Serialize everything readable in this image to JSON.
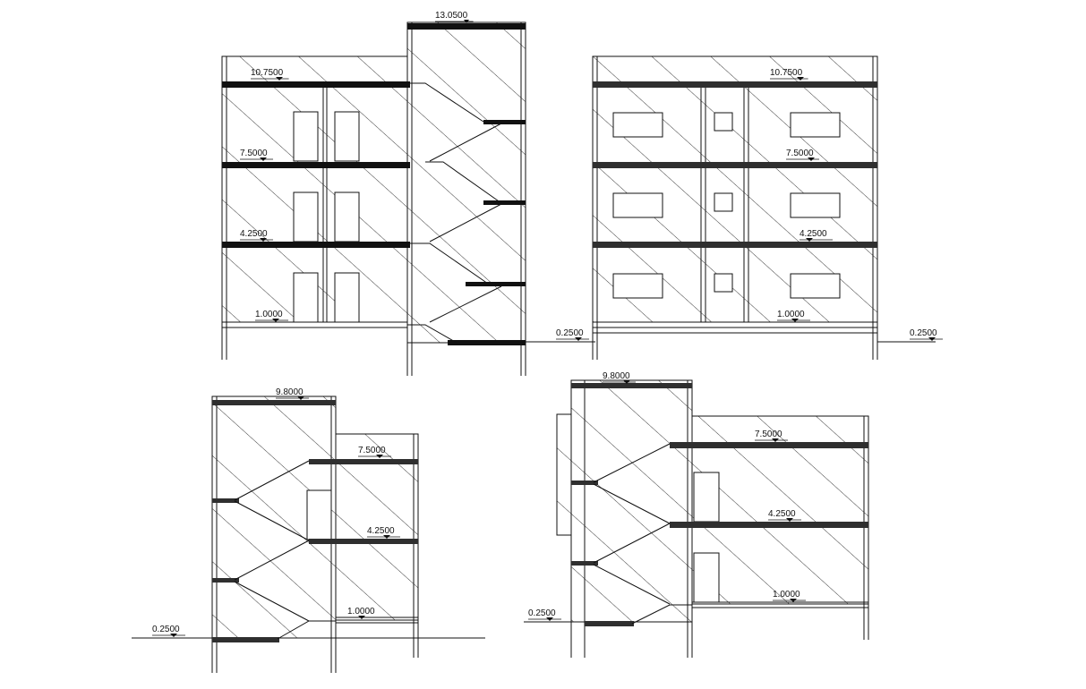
{
  "sections": [
    {
      "id": "section-1",
      "levels": [
        "13.0500",
        "10.7500",
        "7.5000",
        "4.2500",
        "1.0000"
      ]
    },
    {
      "id": "section-2",
      "levels": [
        "10.7500",
        "7.5000",
        "4.2500",
        "1.0000",
        "0.2500",
        "0.2500"
      ]
    },
    {
      "id": "section-3",
      "levels": [
        "9.8000",
        "7.5000",
        "4.2500",
        "1.0000",
        "0.2500"
      ]
    },
    {
      "id": "section-4",
      "levels": [
        "9.8000",
        "7.5000",
        "4.2500",
        "1.0000",
        "0.2500"
      ]
    }
  ],
  "colors": {
    "line": "#111111",
    "slab": "#111111",
    "background": "#ffffff"
  }
}
